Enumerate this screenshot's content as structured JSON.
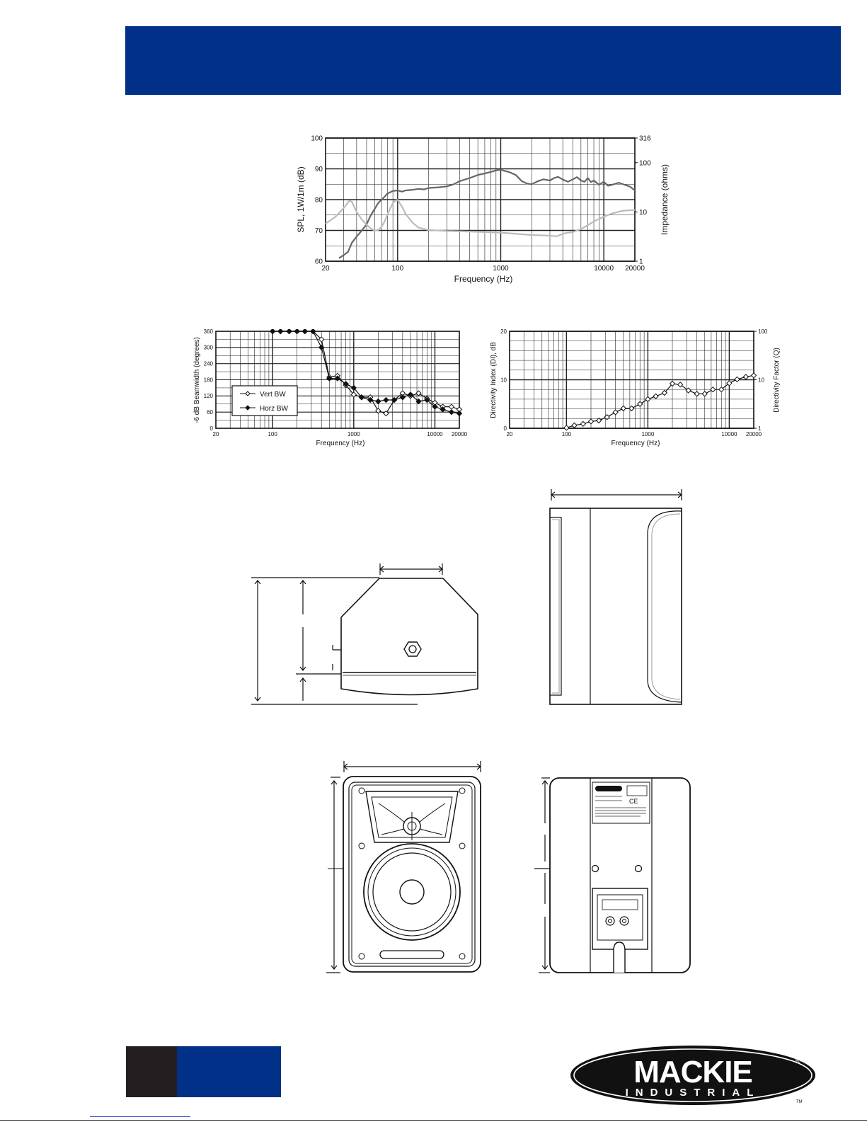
{
  "brand": {
    "name": "MACKIE",
    "sub": "INDUSTRIAL",
    "reg": "®",
    "tm": "TM",
    "colors": {
      "header": "#003087",
      "dark": "#231f20"
    }
  },
  "chart_data": [
    {
      "id": "frequency-response",
      "type": "line",
      "xlabel": "Frequency (Hz)",
      "ylabel": "SPL, 1W/1m (dB)",
      "y2label": "Impedance (ohms)",
      "xscale": "log",
      "xlim": [
        20,
        20000
      ],
      "ylim": [
        60,
        100
      ],
      "y2lim": [
        1,
        316
      ],
      "y2scale": "log",
      "xticks": [
        20,
        100,
        1000,
        10000,
        20000
      ],
      "xticklabels": [
        "20",
        "100",
        "1000",
        "10000",
        "20000"
      ],
      "yticks": [
        60,
        70,
        80,
        90,
        100
      ],
      "yticklabels": [
        "60",
        "70",
        "80",
        "90",
        "100"
      ],
      "y2ticks": [
        1,
        10,
        100,
        316
      ],
      "y2ticklabels": [
        "1",
        "10",
        "100",
        "316"
      ],
      "grid": true,
      "series": [
        {
          "axis": "left",
          "color": "#666666",
          "x": [
            27,
            30,
            33,
            36,
            40,
            45,
            50,
            55,
            60,
            65,
            70,
            75,
            80,
            90,
            100,
            110,
            120,
            140,
            160,
            180,
            200,
            250,
            300,
            350,
            400,
            500,
            600,
            700,
            800,
            900,
            1000,
            1100,
            1200,
            1400,
            1600,
            1800,
            2000,
            2300,
            2600,
            3000,
            3300,
            3600,
            4000,
            4500,
            5000,
            5500,
            6000,
            6500,
            7000,
            7500,
            8000,
            9000,
            10000,
            11000,
            12000,
            14000,
            16000,
            18000,
            20000
          ],
          "y": [
            61,
            62,
            63,
            66,
            68,
            70,
            72,
            75,
            77,
            79,
            80,
            81,
            82,
            82.8,
            83,
            82.6,
            83,
            83.2,
            83.5,
            83.3,
            83.8,
            84,
            84.3,
            85,
            86,
            87,
            88,
            88.5,
            89,
            89.5,
            89.7,
            89.3,
            89,
            88,
            86,
            85.2,
            85,
            86,
            86.6,
            86.2,
            87,
            87.4,
            86.5,
            85.8,
            86.6,
            87.3,
            86.2,
            85.8,
            87,
            85.7,
            86.2,
            84.8,
            85.8,
            84.5,
            84.8,
            85.5,
            84.8,
            84.2,
            83
          ]
        },
        {
          "axis": "right",
          "color": "#bbbbbb",
          "x": [
            20,
            25,
            30,
            34,
            36,
            40,
            45,
            50,
            55,
            60,
            65,
            70,
            75,
            80,
            85,
            90,
            95,
            100,
            110,
            120,
            140,
            160,
            200,
            300,
            500,
            1000,
            2000,
            3000,
            3500,
            4000,
            4500,
            5000,
            6000,
            7000,
            8000,
            10000,
            12000,
            15000,
            20000
          ],
          "y": [
            5.8,
            8,
            12,
            17,
            16,
            10,
            7,
            5.5,
            4.6,
            4.2,
            4.3,
            5,
            6.5,
            9,
            12,
            15,
            17,
            17.5,
            13,
            9,
            6,
            4.8,
            4.3,
            4.1,
            4.0,
            3.8,
            3.4,
            3.3,
            3.2,
            3.6,
            3.8,
            3.9,
            4.5,
            5.4,
            6.4,
            8,
            9.3,
            10.5,
            11
          ]
        }
      ]
    },
    {
      "id": "beamwidth",
      "type": "line",
      "xlabel": "Frequency (Hz)",
      "ylabel": "-6 dB Beamwidth (degrees)",
      "xscale": "log",
      "xlim": [
        20,
        20000
      ],
      "ylim": [
        0,
        360
      ],
      "xticks": [
        20,
        100,
        1000,
        10000,
        20000
      ],
      "xticklabels": [
        "20",
        "100",
        "1000",
        "10000",
        "20000"
      ],
      "yticks": [
        0,
        60,
        120,
        180,
        240,
        300,
        360
      ],
      "yticklabels": [
        "0",
        "60",
        "120",
        "180",
        "240",
        "300",
        "360"
      ],
      "grid": true,
      "series": [
        {
          "name": "Vert BW",
          "marker": "open-diamond",
          "x": [
            100,
            125,
            160,
            200,
            250,
            315,
            400,
            500,
            630,
            800,
            1000,
            1250,
            1600,
            2000,
            2500,
            3150,
            4000,
            5000,
            6300,
            8000,
            10000,
            12500,
            16000,
            20000
          ],
          "y": [
            360,
            360,
            360,
            360,
            360,
            360,
            330,
            190,
            195,
            160,
            125,
            115,
            115,
            65,
            55,
            105,
            130,
            120,
            130,
            110,
            95,
            80,
            80,
            70
          ]
        },
        {
          "name": "Horz BW",
          "marker": "filled-diamond",
          "x": [
            100,
            125,
            160,
            200,
            250,
            315,
            400,
            500,
            630,
            800,
            1000,
            1250,
            1600,
            2000,
            2500,
            3150,
            4000,
            5000,
            6300,
            8000,
            10000,
            12500,
            16000,
            20000
          ],
          "y": [
            360,
            360,
            360,
            360,
            360,
            360,
            300,
            185,
            185,
            165,
            150,
            115,
            105,
            100,
            105,
            105,
            115,
            125,
            100,
            105,
            80,
            70,
            60,
            55
          ]
        }
      ]
    },
    {
      "id": "directivity",
      "type": "line",
      "xlabel": "Frequency (Hz)",
      "ylabel": "Directivity Index (DI), dB",
      "y2label": "Directivity Factor (Q)",
      "xscale": "log",
      "xlim": [
        20,
        20000
      ],
      "ylim": [
        0,
        20
      ],
      "y2lim": [
        1,
        100
      ],
      "xticks": [
        20,
        100,
        1000,
        10000,
        20000
      ],
      "xticklabels": [
        "20",
        "100",
        "1000",
        "10000",
        "20000"
      ],
      "yticks": [
        0,
        10,
        20
      ],
      "yticklabels": [
        "0",
        "10",
        "20"
      ],
      "y2ticks": [
        1,
        10,
        100
      ],
      "y2ticklabels": [
        "1",
        "10",
        "100"
      ],
      "grid": true,
      "series": [
        {
          "marker": "open-diamond",
          "x": [
            100,
            125,
            160,
            200,
            250,
            315,
            400,
            500,
            630,
            800,
            1000,
            1250,
            1600,
            2000,
            2500,
            3150,
            4000,
            5000,
            6300,
            8000,
            10000,
            12500,
            16000,
            20000
          ],
          "y": [
            0.1,
            0.6,
            0.9,
            1.4,
            1.6,
            2.3,
            3.3,
            4.1,
            4.1,
            5,
            6,
            6.6,
            7.3,
            9.2,
            9,
            7.8,
            7.1,
            7.1,
            8,
            8,
            9.3,
            10.1,
            10.6,
            10.9
          ]
        }
      ]
    }
  ]
}
